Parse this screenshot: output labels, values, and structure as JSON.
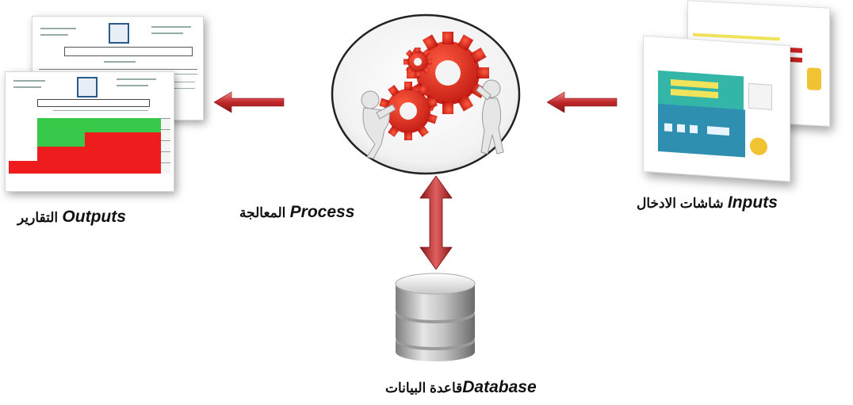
{
  "labels": {
    "outputs_ar": "التقارير",
    "outputs_en": "Outputs",
    "process_ar": "المعالجة",
    "process_en": "Process",
    "inputs_ar": "شاشات الادخال",
    "inputs_en": "Inputs",
    "database_ar": "قاعدة البيانات",
    "database_en": "Database"
  },
  "colors": {
    "arrow": "#c0282a",
    "report_green": "#39c94a",
    "report_red": "#ee1c1c",
    "gear_red": "#e0201c",
    "db_silver": "#b8b8b8"
  },
  "icons": {
    "reports": "report-sheets-icon",
    "process": "gears-people-icon",
    "inputs": "input-screens-icon",
    "database": "database-cylinder-icon"
  }
}
